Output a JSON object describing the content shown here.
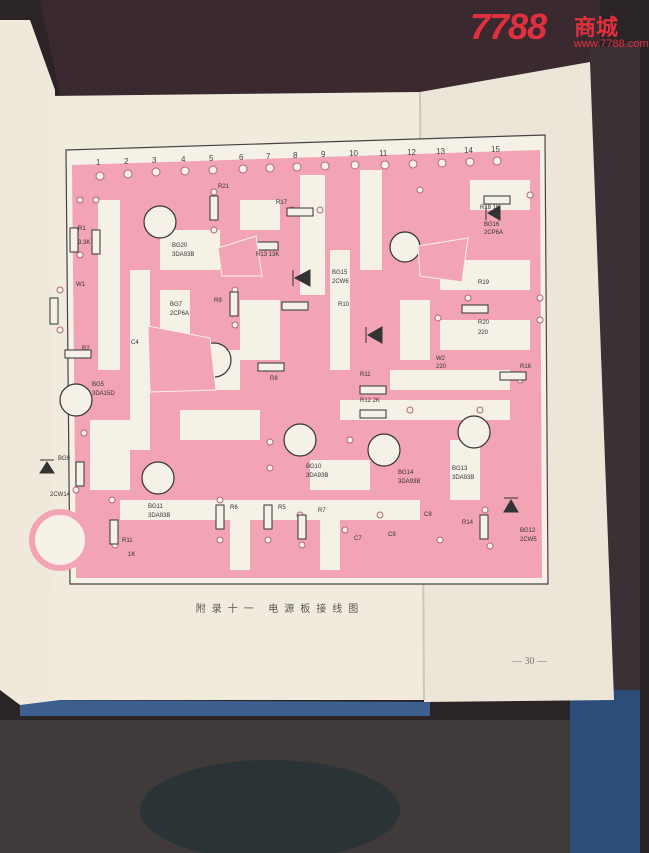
{
  "watermark": {
    "brand_number": "7788",
    "brand_cn": "商城",
    "url": "www.7788.com"
  },
  "diagram": {
    "caption": "附录十一   电源板接线图",
    "page_number": "— 30 —",
    "trace_color": "#f2a4b4",
    "paper_color": "#f3eee2",
    "terminal_numbers": [
      "1",
      "2",
      "3",
      "4",
      "5",
      "6",
      "7",
      "8",
      "9",
      "10",
      "11",
      "12",
      "13",
      "14",
      "15"
    ],
    "component_labels": [
      {
        "name": "r1-label",
        "text": "R1"
      },
      {
        "name": "r3-label",
        "text": "3.3K"
      },
      {
        "name": "bg20-label",
        "text": "BG20"
      },
      {
        "name": "bg20-type",
        "text": "3DA93B"
      },
      {
        "name": "r21-label",
        "text": "R21"
      },
      {
        "name": "r13-label",
        "text": "R13 13K"
      },
      {
        "name": "bg15-label",
        "text": "BG15"
      },
      {
        "name": "bg15-type",
        "text": "2CW6"
      },
      {
        "name": "r17-label",
        "text": "R17"
      },
      {
        "name": "r18-label",
        "text": "R18 1K"
      },
      {
        "name": "bg16-label",
        "text": "BG16"
      },
      {
        "name": "bg16-type",
        "text": "2CP6A"
      },
      {
        "name": "r19-label",
        "text": "R19"
      },
      {
        "name": "r20-label",
        "text": "R20"
      },
      {
        "name": "r20-value",
        "text": "220"
      },
      {
        "name": "bg7-label",
        "text": "BG7"
      },
      {
        "name": "bg7-type",
        "text": "2CP6A"
      },
      {
        "name": "r9-label",
        "text": "R9"
      },
      {
        "name": "r10-label",
        "text": "R10"
      },
      {
        "name": "w1-label",
        "text": "W1"
      },
      {
        "name": "w2-label",
        "text": "W2"
      },
      {
        "name": "w2-value",
        "text": "220"
      },
      {
        "name": "r2-label",
        "text": "R2"
      },
      {
        "name": "c4-label",
        "text": "C4"
      },
      {
        "name": "bg5-label",
        "text": "BG5"
      },
      {
        "name": "bg5-type",
        "text": "3DA15D"
      },
      {
        "name": "r11-label",
        "text": "R11"
      },
      {
        "name": "r12-label",
        "text": "R12 2K"
      },
      {
        "name": "r16-label",
        "text": "R16"
      },
      {
        "name": "bg9-label",
        "text": "BG9"
      },
      {
        "name": "bg9-type",
        "text": "2CW14"
      },
      {
        "name": "bg11-label",
        "text": "BG11"
      },
      {
        "name": "bg11-type",
        "text": "3DA93B"
      },
      {
        "name": "r8-label",
        "text": "R8"
      },
      {
        "name": "bg10-label",
        "text": "BG10"
      },
      {
        "name": "bg10-type",
        "text": "3DA93B"
      },
      {
        "name": "bg14-label",
        "text": "BG14"
      },
      {
        "name": "bg14-type",
        "text": "3DA93B"
      },
      {
        "name": "bg13-label",
        "text": "BG13"
      },
      {
        "name": "bg13-type",
        "text": "3DA93B"
      },
      {
        "name": "r11b-label",
        "text": "R11"
      },
      {
        "name": "r11b-value",
        "text": "1K"
      },
      {
        "name": "r6-label",
        "text": "R6"
      },
      {
        "name": "r5-label",
        "text": "R5"
      },
      {
        "name": "r7-label",
        "text": "R7"
      },
      {
        "name": "c7-label",
        "text": "C7"
      },
      {
        "name": "c9-label",
        "text": "C9"
      },
      {
        "name": "c8-label",
        "text": "C8"
      },
      {
        "name": "r14-label",
        "text": "R14"
      },
      {
        "name": "bg12-label",
        "text": "BG12"
      },
      {
        "name": "bg12-type",
        "text": "2CW5"
      }
    ]
  }
}
